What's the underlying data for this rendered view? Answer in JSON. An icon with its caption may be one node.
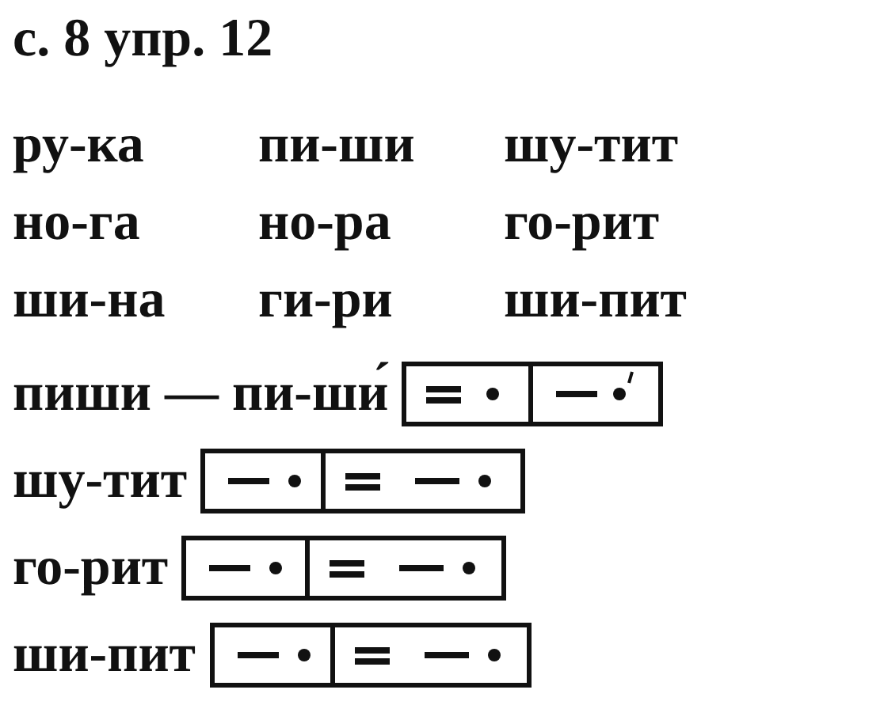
{
  "diagram": {
    "title": "с. 8 упр. 12",
    "labels": [
      "ру-ка",
      "пи-ши",
      "шу-тит",
      "но-га",
      "но-ра",
      "го-рит",
      "ши-на",
      "ги-ри",
      "ши-пит",
      "пиши — пи-ши́",
      "шу-тит",
      "го-рит",
      "ши-пит"
    ]
  }
}
